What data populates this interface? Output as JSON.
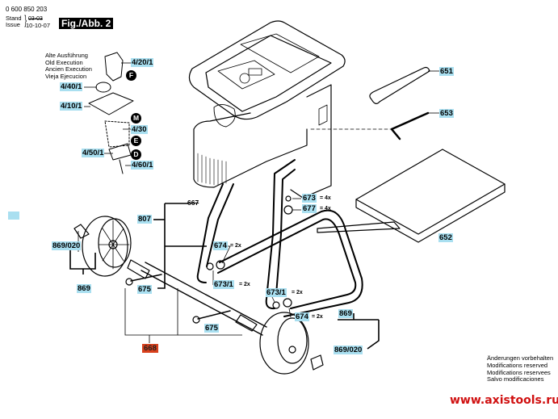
{
  "header": {
    "part_number": "0 600 850 203",
    "stand_label": "Stand",
    "issue_label": "Issue",
    "stand_old_value": "03-03",
    "issue_date": "10-10-07",
    "figure_label": "Fig./Abb. 2"
  },
  "old_execution_note": [
    "Alte Ausführung",
    "Old Execution",
    "Ancien Execution",
    "Vieja Ejecucion"
  ],
  "callouts": {
    "p4_20_1": "4/20/1",
    "p4_40_1": "4/40/1",
    "p4_10_1": "4/10/1",
    "p4_30": "4/30",
    "p4_50_1": "4/50/1",
    "p4_60_1": "4/60/1",
    "p651": "651",
    "p653": "653",
    "p673": "673",
    "p677": "677",
    "p652": "652",
    "p667": "667",
    "p807": "807",
    "p674_a": "674",
    "p673_1_a": "673/1",
    "p869_020_a": "869/020",
    "p869_a": "869",
    "p675_a": "675",
    "p673_1_b": "673/1",
    "p674_b": "674",
    "p675_b": "675",
    "p869_b": "869",
    "p869_020_b": "869/020",
    "p668": "668"
  },
  "quantities": {
    "q673": "= 4x",
    "q677": "= 4x",
    "q674_a": "= 2x",
    "q673_1_a": "= 2x",
    "q673_1_b": "= 2x",
    "q674_b": "= 2x"
  },
  "markers": {
    "F": "F",
    "M": "M",
    "E": "E",
    "D": "D"
  },
  "footer": {
    "notes": [
      "Änderungen vorbehalten",
      "Modifications reserved",
      "Modifications reservees",
      "Salvo modificaciones"
    ],
    "url": "www.axistools.ru"
  },
  "colors": {
    "label_bg": "#a9dff0",
    "highlight_label_bg": "#d8401c",
    "url_color": "#d01010"
  }
}
